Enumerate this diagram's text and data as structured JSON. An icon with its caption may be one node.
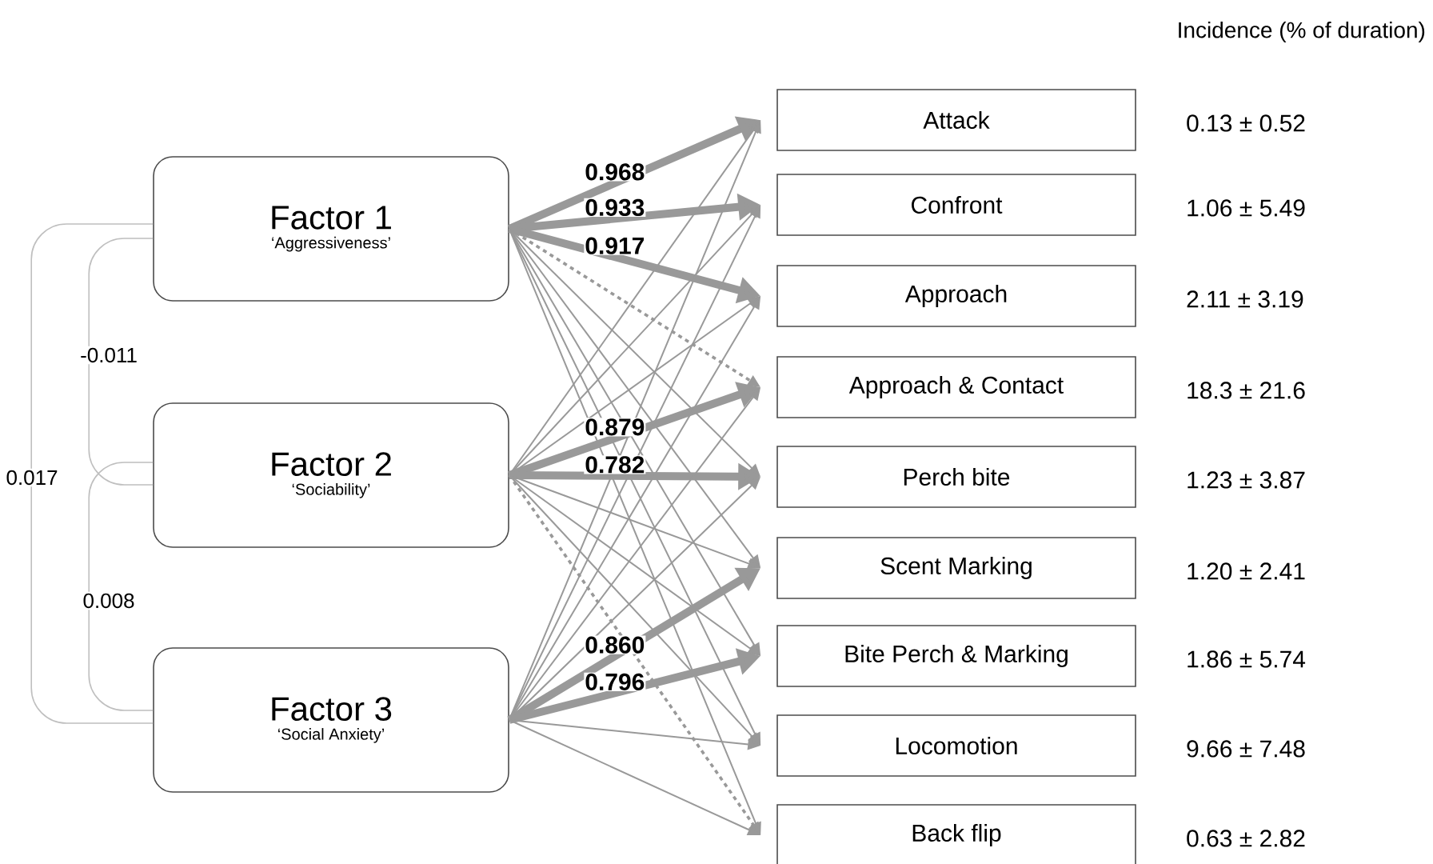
{
  "diagram": {
    "nodes": [
      {
        "text": [
          "Factor 1",
          "‘Aggressiveness’"
        ]
      },
      {
        "text": [
          "Factor 2",
          "‘Sociability’"
        ]
      },
      {
        "text": [
          "Factor 3",
          "‘Social Anxiety’"
        ]
      },
      {
        "text": [
          "Attack"
        ],
        "beside": [
          "0.13 ± 0.52"
        ]
      },
      {
        "text": [
          "Confront"
        ],
        "beside": [
          "1.06 ± 5.49"
        ]
      },
      {
        "text": [
          "Approach"
        ],
        "beside": [
          "2.11 ± 3.19"
        ]
      },
      {
        "text": [
          "Approach & Contact"
        ],
        "beside": [
          "18.3 ± 21.6"
        ]
      },
      {
        "text": [
          "Perch bite"
        ],
        "beside": [
          "1.23 ± 3.87"
        ]
      },
      {
        "text": [
          "Scent Marking"
        ],
        "beside": [
          "1.20 ± 2.41"
        ]
      },
      {
        "text": [
          "Bite Perch & Marking"
        ],
        "beside": [
          "1.86 ± 5.74"
        ]
      },
      {
        "text": [
          "Locomotion"
        ],
        "beside": [
          "9.66 ± 7.48"
        ]
      },
      {
        "text": [
          "Back flip"
        ],
        "beside": [
          "0.63 ± 2.82"
        ]
      }
    ],
    "edges": [
      {
        "from": 0,
        "to": 1,
        "arrow": "none",
        "label": "-0.011"
      },
      {
        "from": 0,
        "to": 2,
        "arrow": "none",
        "label": "0.017"
      },
      {
        "from": 1,
        "to": 2,
        "arrow": "none",
        "label": "0.008"
      },
      {
        "from": 0,
        "to": 3,
        "arrow": "to",
        "style": "thick",
        "label": "0.968"
      },
      {
        "from": 0,
        "to": 4,
        "arrow": "to",
        "style": "thick",
        "label": "0.933"
      },
      {
        "from": 0,
        "to": 5,
        "arrow": "to",
        "style": "thick",
        "label": "0.917"
      },
      {
        "from": 0,
        "to": 6,
        "arrow": "to",
        "style": "dashed"
      },
      {
        "from": 0,
        "to": 7,
        "arrow": "to"
      },
      {
        "from": 0,
        "to": 8,
        "arrow": "to"
      },
      {
        "from": 0,
        "to": 9,
        "arrow": "to"
      },
      {
        "from": 0,
        "to": 10,
        "arrow": "to"
      },
      {
        "from": 0,
        "to": 11,
        "arrow": "to"
      },
      {
        "from": 1,
        "to": 3,
        "arrow": "to"
      },
      {
        "from": 1,
        "to": 4,
        "arrow": "to"
      },
      {
        "from": 1,
        "to": 5,
        "arrow": "to"
      },
      {
        "from": 1,
        "to": 6,
        "arrow": "to",
        "style": "thick",
        "label": "0.879"
      },
      {
        "from": 1,
        "to": 7,
        "arrow": "to",
        "style": "thick",
        "label": "0.782"
      },
      {
        "from": 1,
        "to": 8,
        "arrow": "to"
      },
      {
        "from": 1,
        "to": 9,
        "arrow": "to"
      },
      {
        "from": 1,
        "to": 10,
        "arrow": "to"
      },
      {
        "from": 1,
        "to": 11,
        "arrow": "to",
        "style": "dashed"
      },
      {
        "from": 2,
        "to": 3,
        "arrow": "to"
      },
      {
        "from": 2,
        "to": 4,
        "arrow": "to"
      },
      {
        "from": 2,
        "to": 5,
        "arrow": "to"
      },
      {
        "from": 2,
        "to": 6,
        "arrow": "to"
      },
      {
        "from": 2,
        "to": 7,
        "arrow": "to"
      },
      {
        "from": 2,
        "to": 8,
        "arrow": "to",
        "style": "thick",
        "label": "0.860"
      },
      {
        "from": 2,
        "to": 9,
        "arrow": "to",
        "style": "thick",
        "label": "0.796"
      },
      {
        "from": 2,
        "to": 10,
        "arrow": "to"
      },
      {
        "from": 2,
        "to": 11,
        "arrow": "to"
      }
    ],
    "labels": [
      "Incidence (% of duration)"
    ]
  }
}
